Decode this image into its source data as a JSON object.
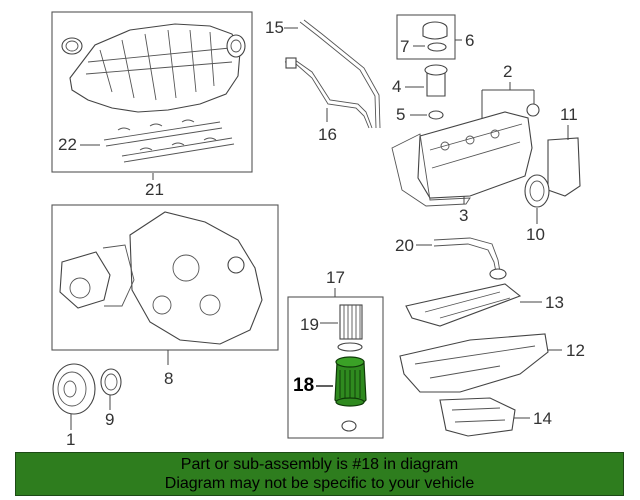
{
  "callouts": {
    "c1": "1",
    "c2": "2",
    "c3": "3",
    "c4": "4",
    "c5": "5",
    "c6": "6",
    "c7": "7",
    "c8": "8",
    "c9": "9",
    "c10": "10",
    "c11": "11",
    "c12": "12",
    "c13": "13",
    "c14": "14",
    "c15": "15",
    "c16": "16",
    "c17": "17",
    "c18": "18",
    "c19": "19",
    "c20": "20",
    "c21": "21",
    "c22": "22"
  },
  "highlighted_part": "18",
  "colors": {
    "banner_bg": "#2e7d1e",
    "highlight_fill": "#2f8a1f",
    "line": "#444444"
  },
  "banner": {
    "line1": "Part or sub-assembly is #18 in diagram",
    "line2": "Diagram may not be specific to your vehicle"
  }
}
